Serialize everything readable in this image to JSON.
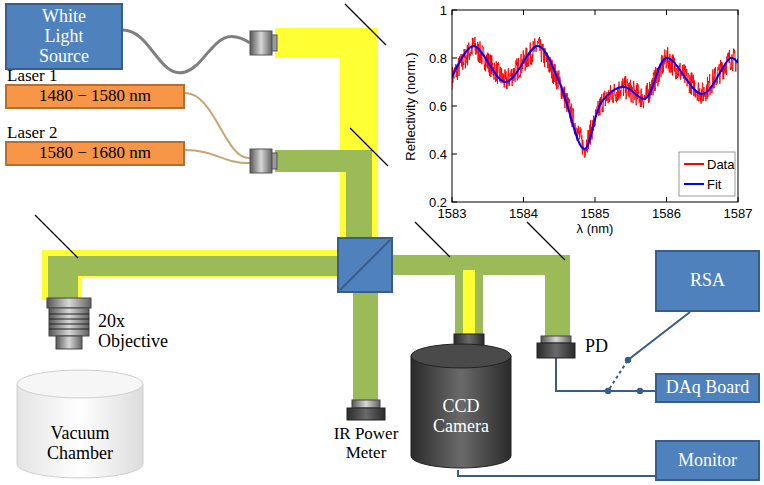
{
  "diagram": {
    "nodes": [
      {
        "text": [
          "White Light Source"
        ]
      },
      {
        "text": [
          "Laser 1",
          "1480 − 1580 nm"
        ]
      },
      {
        "text": [
          "Laser 2",
          "1580 − 1680 nm"
        ]
      },
      {
        "text": [
          "Vacuum Chamber"
        ]
      },
      {
        "text": [
          "CCD Camera"
        ]
      },
      {
        "text": [
          "PD"
        ]
      },
      {
        "text": [
          "RSA"
        ]
      },
      {
        "text": [
          "DAq Board"
        ]
      },
      {
        "text": [
          "Monitor"
        ]
      }
    ],
    "edges": [
      {
        "from": 4,
        "to": 8,
        "arrow": "none"
      },
      {
        "from": 5,
        "to": 6,
        "arrow": "none"
      },
      {
        "from": 5,
        "to": 7,
        "arrow": "none"
      }
    ],
    "labels": [
      "20x Objective",
      "IR Power Meter",
      "1",
      "0.8",
      "0.6",
      "0.4",
      "0.2",
      "1583",
      "1584",
      "1585",
      "1586",
      "1587",
      "Reflectivity (norm.)",
      "λ (nm)"
    ],
    "legend": [
      {
        "text": "Data"
      },
      {
        "text": "Fit"
      }
    ]
  }
}
